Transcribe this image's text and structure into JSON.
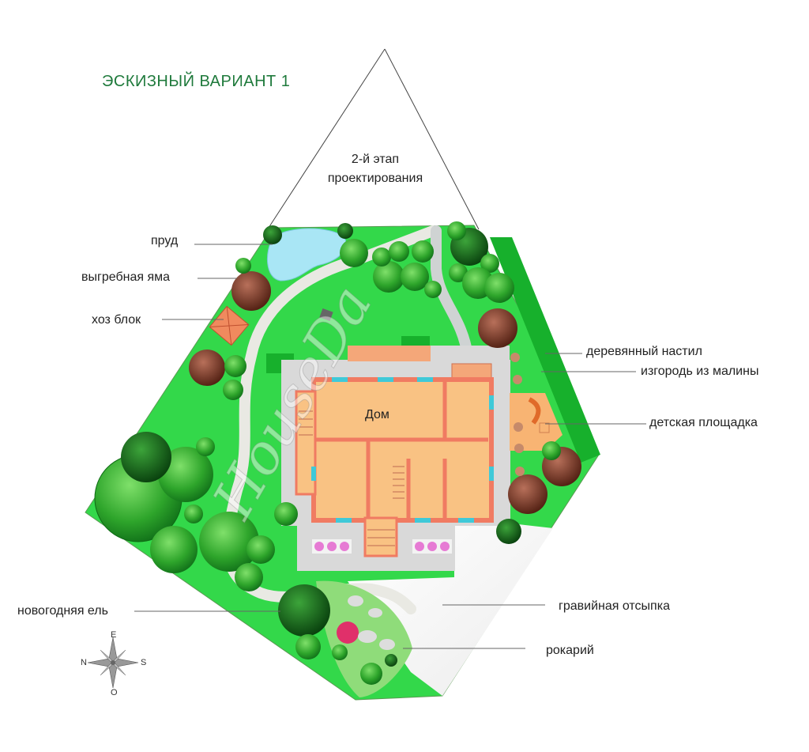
{
  "title": "ЭСКИЗНЫЙ ВАРИАНТ 1",
  "stage": {
    "line1": "2-й этап",
    "line2": "проектирования"
  },
  "house": {
    "label": "Дом"
  },
  "labels": {
    "pond": "пруд",
    "cesspool": "выгребная яма",
    "utility_block": "хоз блок",
    "wooden_deck": "деревянный настил",
    "raspberry_hedge": "изгородь из малины",
    "playground": "детская площадка",
    "new_year_tree": "новогодняя ель",
    "gravel_fill": "гравийная отсыпка",
    "rockery": "рокарий"
  },
  "compass": {
    "north": "N",
    "south": "S",
    "east": "E",
    "west": "O"
  },
  "watermark": "HouseDa",
  "colors": {
    "lawn": "#33d84a",
    "hedge": "#16b52a",
    "path": "#e8e8e2",
    "house_floor": "#f9c283",
    "house_wall": "#f07b62",
    "window": "#3fc9d8",
    "deck": "#f4a779",
    "paving": "#d9d9d9",
    "pond": "#a9e6f5",
    "tree_dark": "#0d6a14",
    "tree_mid": "#2f9a2a",
    "tree_light": "#47b83a",
    "conifer_brown": "#7a3b24",
    "title_green": "#1f7a3c"
  },
  "icons": [
    "compass-rose-icon"
  ]
}
